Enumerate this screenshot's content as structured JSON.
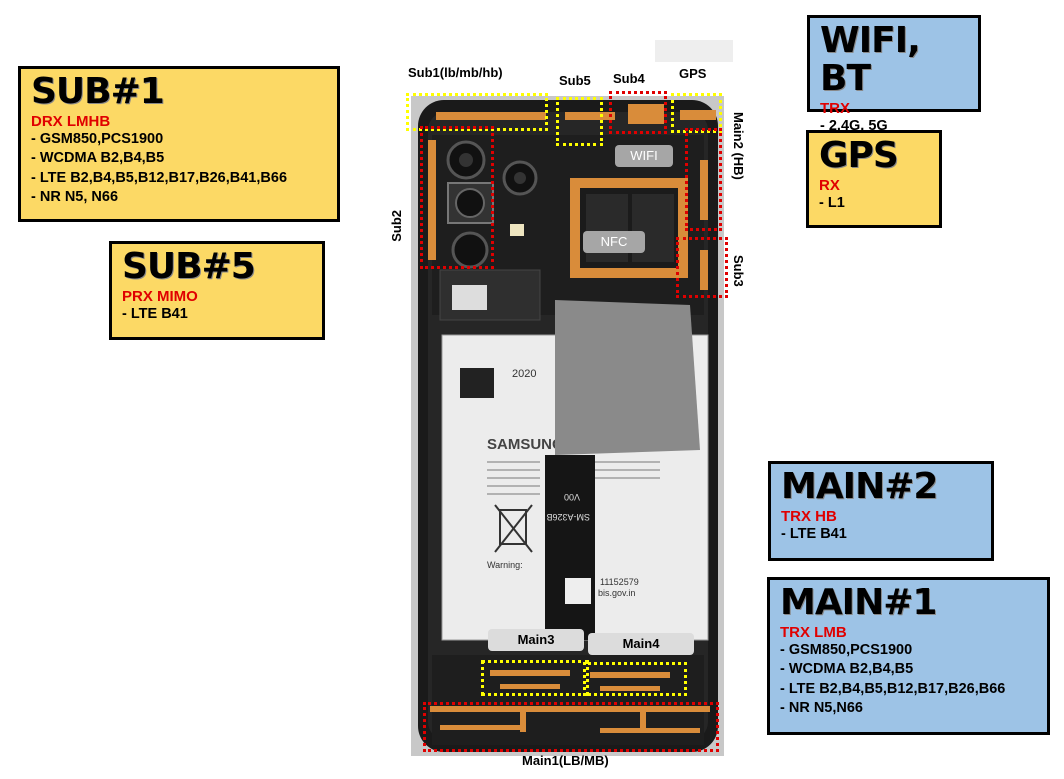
{
  "boxes": {
    "sub1": {
      "title": "SUB#1",
      "type": "DRX LMHB",
      "items": [
        "GSM850,PCS1900",
        "WCDMA B2,B4,B5",
        "LTE B2,B4,B5,B12,B17,B26,B41,B66",
        "NR N5, N66"
      ]
    },
    "sub5": {
      "title": "SUB#5",
      "type": "PRX MIMO",
      "items": [
        "LTE B41"
      ]
    },
    "wifi": {
      "title": "WIFI, BT",
      "type": "TRX",
      "items": [
        "2.4G, 5G"
      ]
    },
    "gps": {
      "title": "GPS",
      "type": "RX",
      "items": [
        "L1"
      ]
    },
    "main2": {
      "title": "MAIN#2",
      "type": "TRX HB",
      "items": [
        "LTE B41"
      ]
    },
    "main1": {
      "title": "MAIN#1",
      "type": "TRX LMB",
      "items": [
        "GSM850,PCS1900",
        "WCDMA B2,B4,B5",
        "LTE B2,B4,B5,B12,B17,B26,B66",
        "NR N5,N66"
      ]
    }
  },
  "antenna_labels": {
    "sub1": "Sub1(lb/mb/hb)",
    "sub5": "Sub5",
    "sub4": "Sub4",
    "gps": "GPS",
    "main2": "Main2 (HB)",
    "sub2": "Sub2",
    "sub3": "Sub3",
    "main3": "Main3",
    "main4": "Main4",
    "main1": "Main1(LB/MB)"
  },
  "chips": {
    "wifi": "WIFI",
    "nfc": "NFC"
  },
  "phone_text": {
    "brand": "SAMSUNG",
    "model": "SM-A326B",
    "version": "V00",
    "year": "2020",
    "warning": "Warning:",
    "website": "bis.gov.in",
    "serial": "11152579"
  },
  "colors": {
    "yellow_box": "#fcd965",
    "blue_box": "#9dc3e6",
    "red_text": "#e00000",
    "red_dotted": "#e00000",
    "yellow_dotted": "#ffff00",
    "antenna_trace": "#d98c3a"
  }
}
